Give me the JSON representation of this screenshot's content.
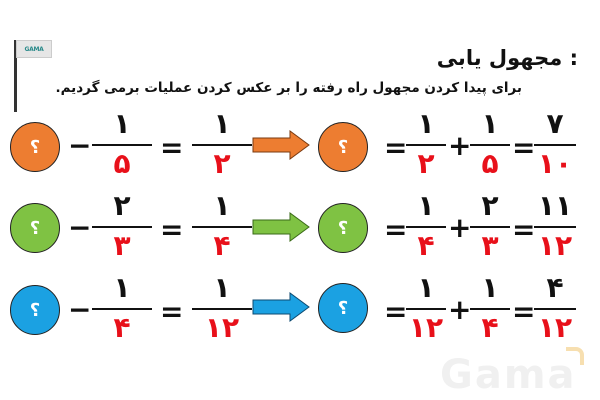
{
  "logo": {
    "flag_text": "GAMA"
  },
  "header": {
    "title": ": مجهول یابی",
    "subtitle": "برای پیدا کردن مجهول راه رفته را بر عکس کردن عملیات برمی گردیم."
  },
  "colors": {
    "orange": "#ed7d31",
    "green": "#7fc243",
    "blue": "#1ba1e2",
    "red": "#e8101a"
  },
  "rows": [
    {
      "unknown": "؟",
      "operator": "−",
      "frac1": {
        "num": "۱",
        "den": "۵"
      },
      "equals": "=",
      "frac2": {
        "num": "۱",
        "den": "۲"
      },
      "solution": {
        "eq1": "=",
        "a": {
          "num": "۱",
          "den": "۲"
        },
        "plus": "+",
        "b": {
          "num": "۱",
          "den": "۵"
        },
        "eq2": "=",
        "result": {
          "num": "۷",
          "den": "۱۰"
        }
      }
    },
    {
      "unknown": "؟",
      "operator": "−",
      "frac1": {
        "num": "۲",
        "den": "۳"
      },
      "equals": "=",
      "frac2": {
        "num": "۱",
        "den": "۴"
      },
      "solution": {
        "eq1": "=",
        "a": {
          "num": "۱",
          "den": "۴"
        },
        "plus": "+",
        "b": {
          "num": "۲",
          "den": "۳"
        },
        "eq2": "=",
        "result": {
          "num": "۱۱",
          "den": "۱۲"
        }
      }
    },
    {
      "unknown": "؟",
      "operator": "−",
      "frac1": {
        "num": "۱",
        "den": "۴"
      },
      "equals": "=",
      "frac2": {
        "num": "۱",
        "den": "۱۲"
      },
      "solution": {
        "eq1": "=",
        "a": {
          "num": "۱",
          "den": "۱۲"
        },
        "plus": "+",
        "b": {
          "num": "۱",
          "den": "۴"
        },
        "eq2": "=",
        "result": {
          "num": "۴",
          "den": "۱۲"
        }
      }
    }
  ],
  "watermark": "Gama"
}
